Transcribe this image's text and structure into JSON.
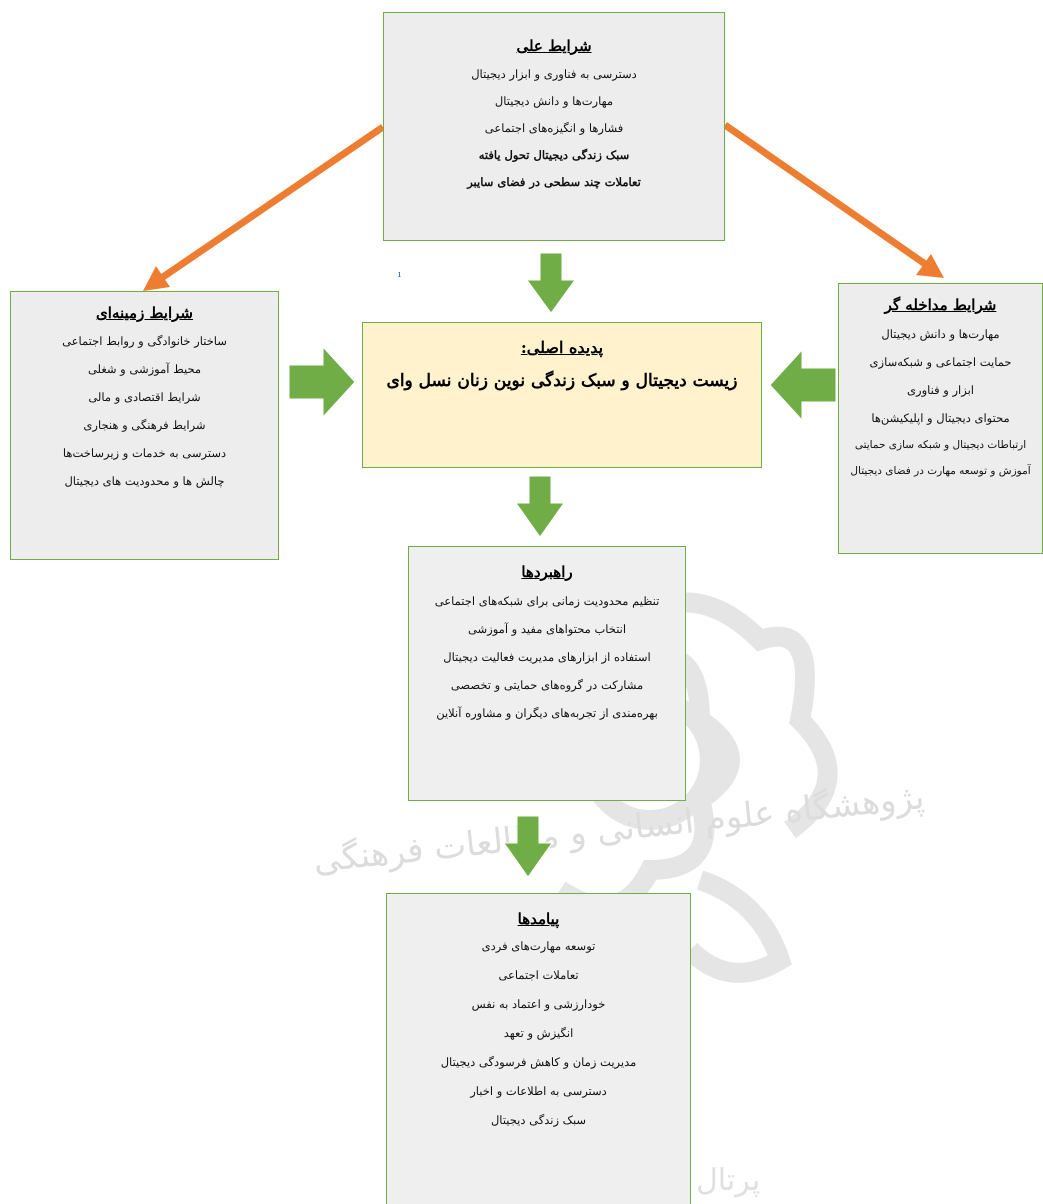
{
  "causal": {
    "title": "شرایط علی",
    "items": [
      "دسترسی به فناوری و ابزار دیجیتال",
      "مهارت‌ها و دانش دیجیتال",
      "فشارها و انگیزه‌های اجتماعی",
      "سبک زندگی دیجیتال تحول یافته",
      "تعاملات چند سطحی در فضای سایبر"
    ]
  },
  "contextual": {
    "title": "شرایط زمینه‌ای",
    "items": [
      "ساختار خانوادگی و روابط اجتماعی",
      "محیط آموزشی و شغلی",
      "شرایط اقتصادی و مالی",
      "شرایط فرهنگی و هنجاری",
      "دسترسی به خدمات و زیرساخت‌ها",
      "چالش ها و محدودیت های دیجیتال"
    ]
  },
  "core": {
    "title": "پدیده اصلی:",
    "text": "زیست دیجیتال  و سبک زندگی نوین زنان نسل وای"
  },
  "intervening": {
    "title": "شرایط مداخله گر",
    "items": [
      "مهارت‌ها و دانش دیجیتال",
      "حمایت اجتماعی و شبکه‌سازی",
      "ابزار و فناوری",
      "محتوای دیجیتال و اپلیکیشن‌ها",
      "ارتباطات دیجیتال و شبکه سازی حمایتی",
      "آموزش و توسعه مهارت در فضای دیجیتال"
    ]
  },
  "strategies": {
    "title": "راهبردها",
    "items": [
      "تنظیم محدودیت زمانی برای شبکه‌های اجتماعی",
      "انتخاب محتواهای مفید و آموزشی",
      "استفاده از ابزارهای مدیریت فعالیت دیجیتال",
      "مشارکت در گروه‌های حمایتی و تخصصی",
      "بهره‌مندی از تجربه‌های دیگران و مشاوره آنلاین"
    ]
  },
  "outcomes": {
    "title": "پیامدها",
    "items": [
      "توسعه مهارت‌های فردی",
      "تعاملات اجتماعی",
      "خودارزشی و اعتماد به نفس",
      "انگیزش و تعهد",
      "مدیریت زمان و کاهش فرسودگی دیجیتال",
      "دسترسی به اطلاعات و اخبار",
      "سبک زندگی دیجیتال"
    ]
  },
  "watermark": {
    "text_line1": "پژوهشگاه علوم انسانی و مطالعات فرهنگی",
    "text_line2": "پرتال جامع علوم انسانی"
  },
  "colors": {
    "border": "#70ad47",
    "box_fill": "#ededed",
    "core_fill": "#fff2cc",
    "green_arrow": "#70ad47",
    "orange_arrow": "#ed7d31"
  }
}
